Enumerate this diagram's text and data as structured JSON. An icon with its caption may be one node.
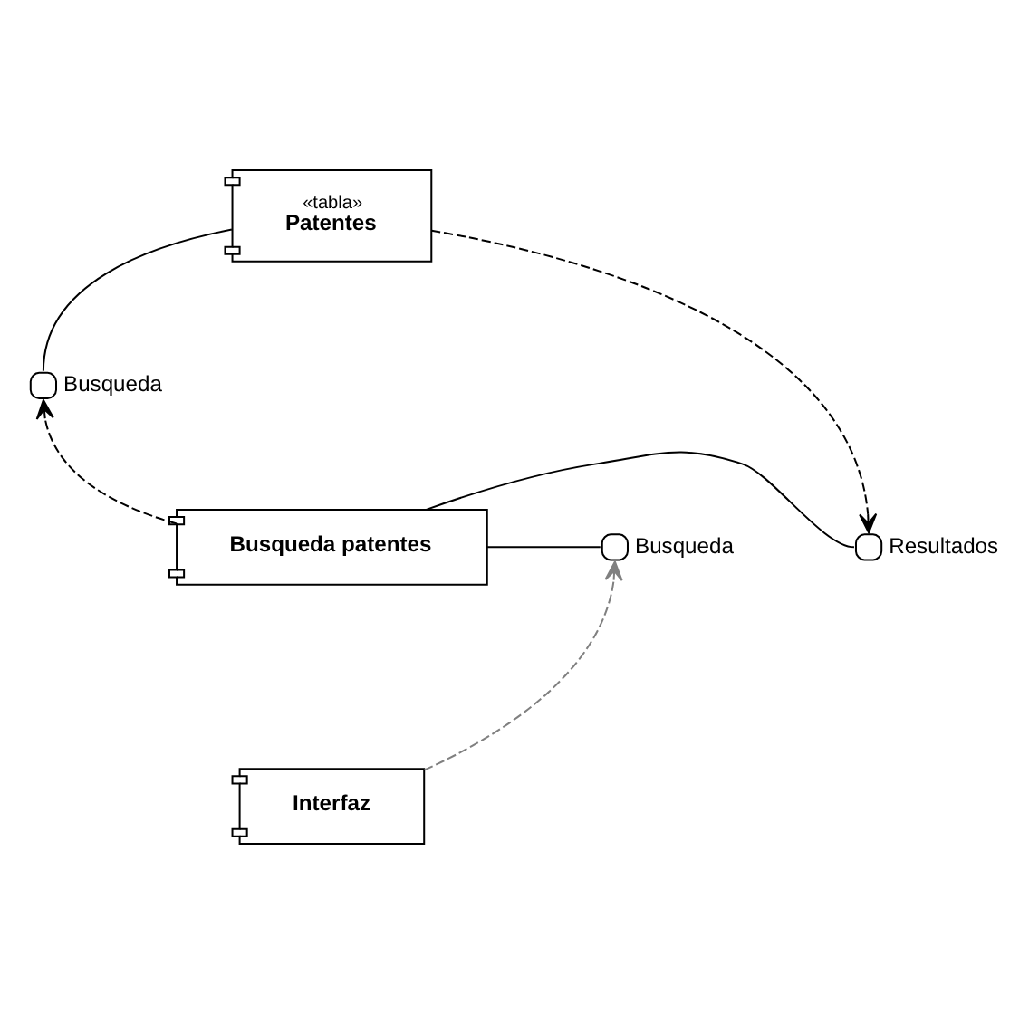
{
  "diagram": {
    "nodes": [
      {
        "text": [
          "«tabla»",
          "Patentes"
        ]
      },
      {
        "text": [],
        "shape": "circle",
        "beside": [
          "Busqueda"
        ]
      },
      {
        "text": [],
        "shape": "circle",
        "beside": [
          "Resultados"
        ]
      },
      {
        "text": [
          "Busqueda patentes"
        ]
      },
      {
        "text": [],
        "shape": "circle",
        "beside": [
          "Busqueda"
        ]
      },
      {
        "text": [
          "Interfaz"
        ]
      }
    ],
    "edges": [
      {
        "from": 0,
        "to": 1,
        "arrow": "none"
      },
      {
        "from": 3,
        "to": 1,
        "arrow": "to",
        "style": "dashed"
      },
      {
        "from": 0,
        "to": 2,
        "arrow": "to",
        "style": "dashed"
      },
      {
        "from": 3,
        "to": 2,
        "arrow": "none"
      },
      {
        "from": 3,
        "to": 4,
        "arrow": "none"
      },
      {
        "from": 5,
        "to": 4,
        "arrow": "to",
        "style": "dashed",
        "color": "#808080"
      }
    ]
  }
}
